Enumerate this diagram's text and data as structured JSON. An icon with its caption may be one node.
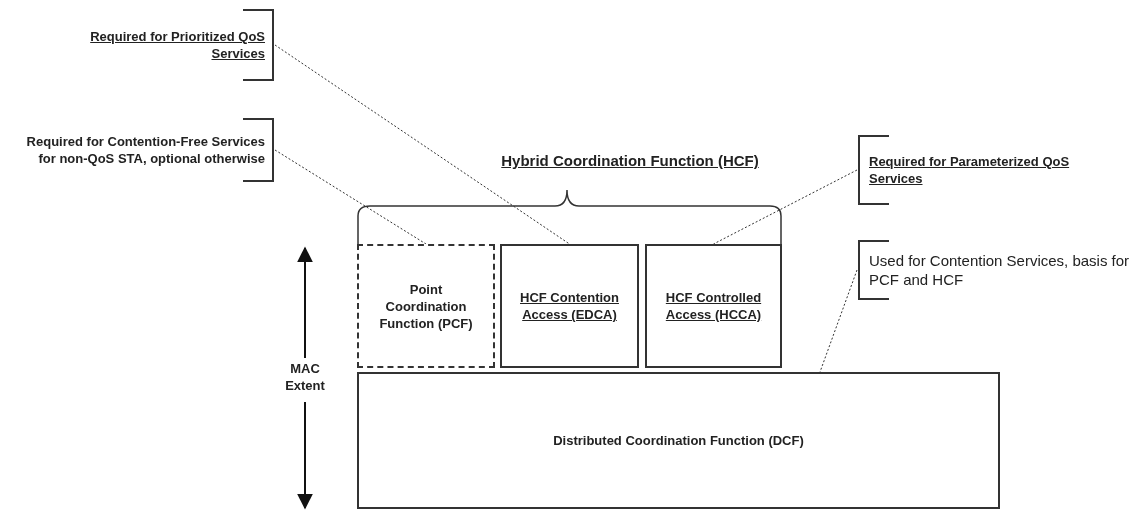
{
  "diagram": {
    "nodes": [
      {
        "text": [
          "Required for Prioritized QoS Services"
        ]
      },
      {
        "text": [
          "Required for Contention-Free Services for non-QoS STA, optional otherwise"
        ]
      },
      {
        "text": [
          "Required for Parameterized QoS Services"
        ]
      },
      {
        "text": [
          "Used for Contention Services, basis for PCF and HCF"
        ]
      },
      {
        "text": [
          "Point Coordination Function (PCF)"
        ]
      },
      {
        "text": [
          "HCF Contention Access (EDCA)"
        ]
      },
      {
        "text": [
          "HCF Controlled Access (HCCA)"
        ]
      },
      {
        "text": [
          "Distributed Coordination Function (DCF)"
        ]
      }
    ],
    "edges": [
      {
        "from": 0,
        "to": 5,
        "arrow": "none"
      },
      {
        "from": 1,
        "to": 4,
        "arrow": "none"
      },
      {
        "from": 2,
        "to": 6,
        "arrow": "none"
      },
      {
        "from": 3,
        "to": 7,
        "arrow": "none"
      }
    ],
    "labels": [
      "Hybrid Coordination Function (HCF)",
      "MAC Extent"
    ]
  }
}
